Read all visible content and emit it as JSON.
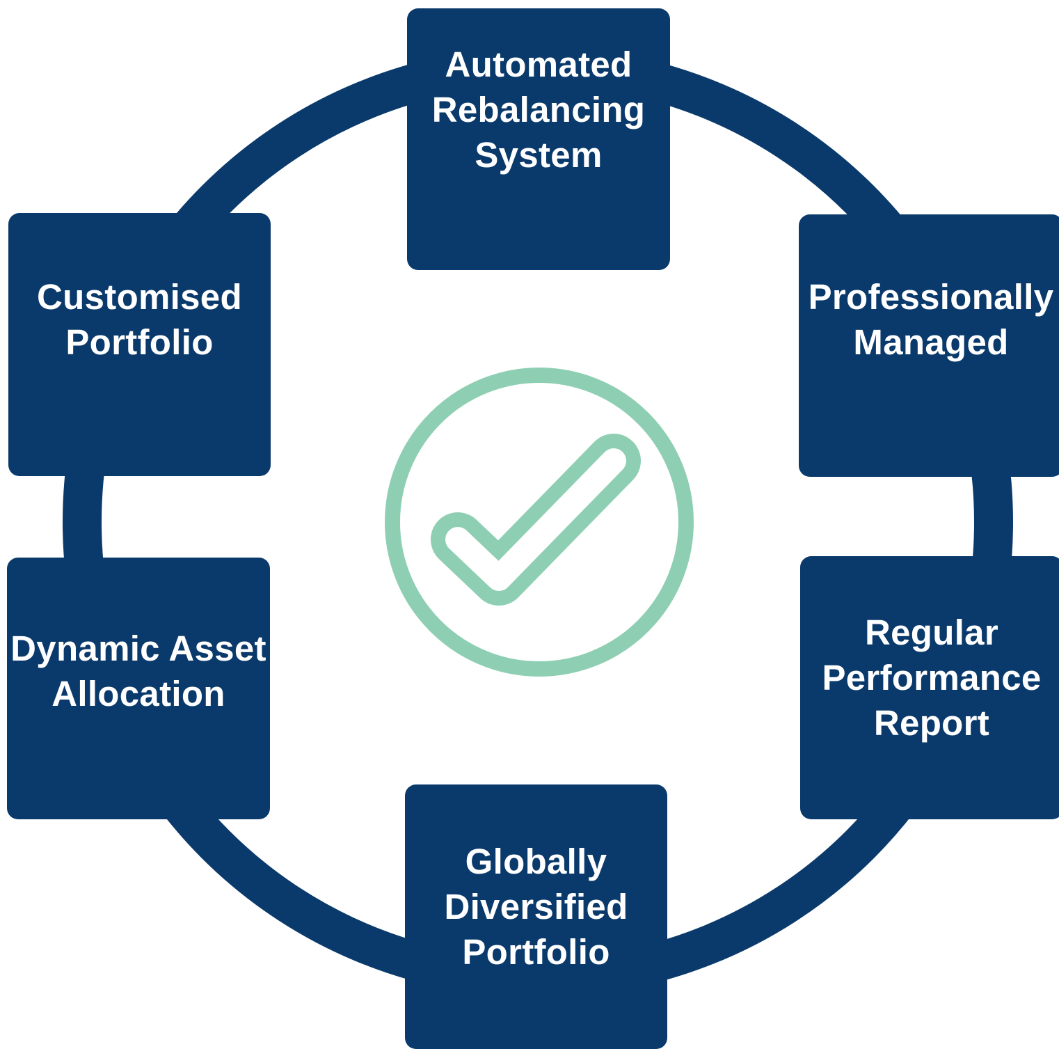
{
  "colors": {
    "ring": "#0a3a6b",
    "box": "#0a3a6b",
    "box_text": "#ffffff",
    "check": "#8ecfb4",
    "background": "#ffffff"
  },
  "center_icon": "circle-check-icon",
  "features": {
    "top": "Automated\nRebalancing\nSystem",
    "top_right": "Professionally\nManaged",
    "bottom_right": "Regular\nPerformance\nReport",
    "bottom": "Globally\nDiversified\nPortfolio",
    "bottom_left": "Dynamic Asset\nAllocation",
    "top_left": "Customised\nPortfolio"
  }
}
